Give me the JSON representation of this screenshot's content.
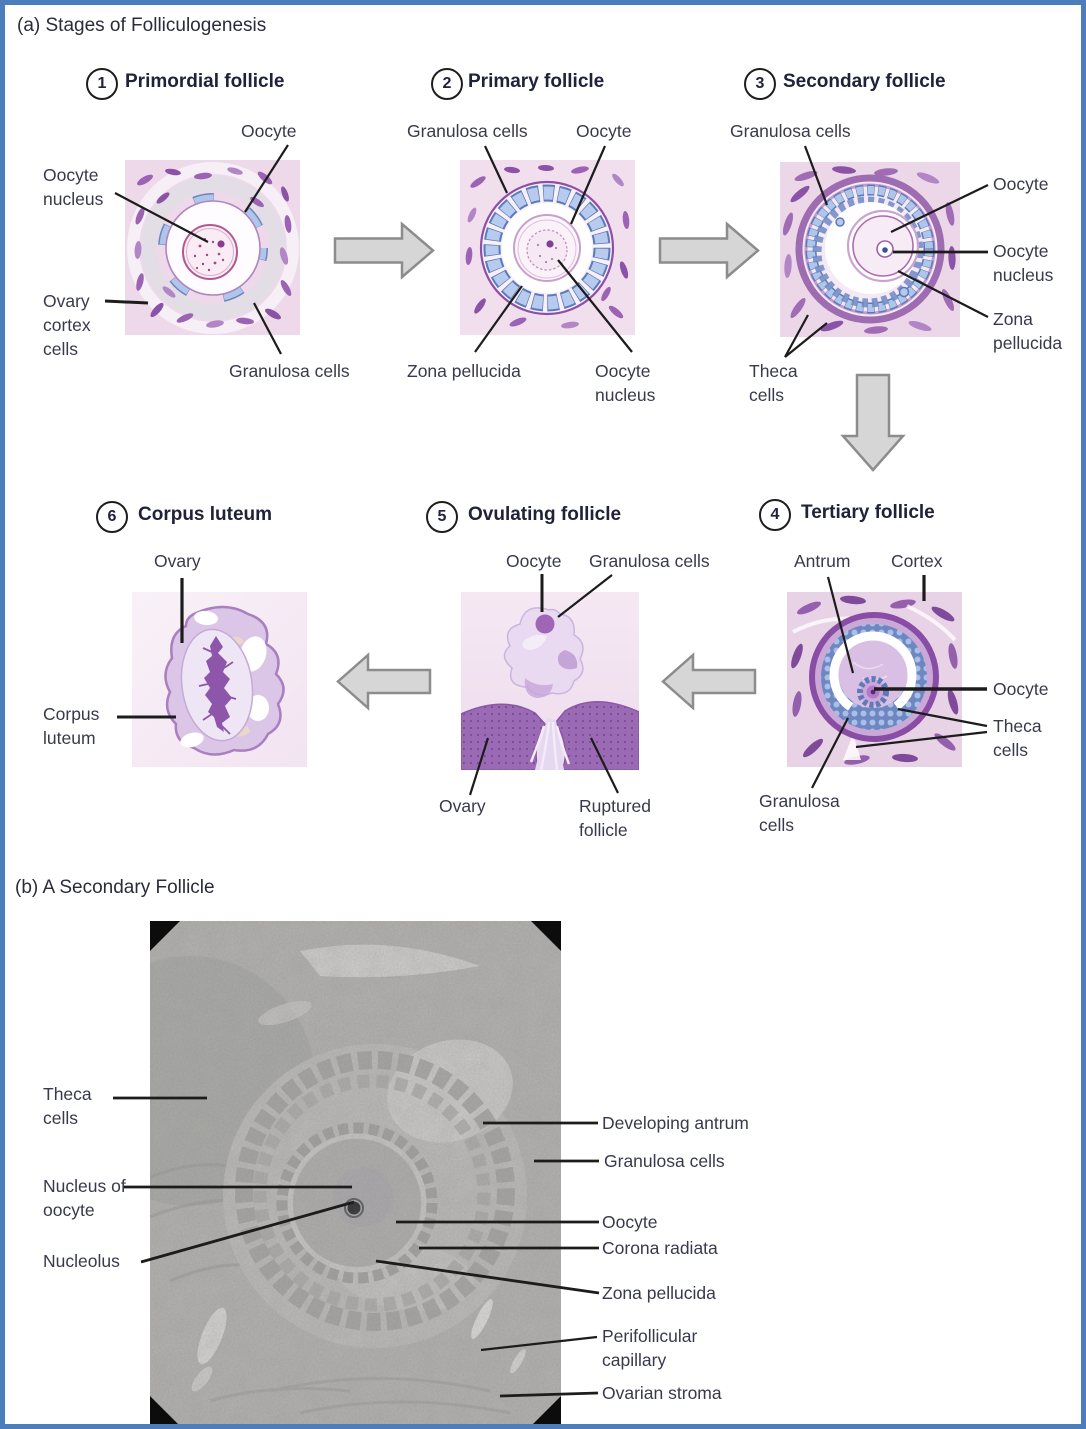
{
  "figure": {
    "section_a_title": "(a) Stages of Folliculogenesis",
    "section_b_title": "(b) A Secondary Follicle"
  },
  "stages": [
    {
      "number": "1",
      "title": "Primordial follicle",
      "labels": [
        "Oocyte",
        "Oocyte nucleus",
        "Ovary cortex cells",
        "Granulosa cells"
      ]
    },
    {
      "number": "2",
      "title": "Primary follicle",
      "labels": [
        "Granulosa cells",
        "Oocyte",
        "Zona pellucida",
        "Oocyte nucleus"
      ]
    },
    {
      "number": "3",
      "title": "Secondary follicle",
      "labels": [
        "Granulosa cells",
        "Oocyte",
        "Oocyte nucleus",
        "Zona pellucida",
        "Theca cells"
      ]
    },
    {
      "number": "4",
      "title": "Tertiary follicle",
      "labels": [
        "Antrum",
        "Cortex",
        "Oocyte",
        "Theca cells",
        "Granulosa cells"
      ]
    },
    {
      "number": "5",
      "title": "Ovulating follicle",
      "labels": [
        "Oocyte",
        "Granulosa cells",
        "Ovary",
        "Ruptured follicle"
      ]
    },
    {
      "number": "6",
      "title": "Corpus luteum",
      "labels": [
        "Ovary",
        "Corpus luteum"
      ]
    }
  ],
  "micrograph": {
    "theca_cells": "Theca cells",
    "nucleus_of_oocyte": "Nucleus of oocyte",
    "nucleolus": "Nucleolus",
    "developing_antrum": "Developing antrum",
    "granulosa_cells": "Granulosa cells",
    "oocyte": "Oocyte",
    "corona_radiata": "Corona radiata",
    "zona_pellucida": "Zona pellucida",
    "perifollicular_capillary": "Perifollicular capillary",
    "ovarian_stroma": "Ovarian stroma"
  },
  "colors": {
    "frame_border": "#4d7ebc",
    "arrow_fill": "#d6d6d6",
    "arrow_stroke": "#8c8c8c",
    "leader_line": "#1c1c1c",
    "stage_title_text": "#20223a",
    "label_text": "#383a4c",
    "tissue_pink": "#eed9ea",
    "stroma_purple": "#9c63b4",
    "granulosa_blue": "#b6c9ed",
    "follicle_ring_purple": "#8d4fa8"
  }
}
